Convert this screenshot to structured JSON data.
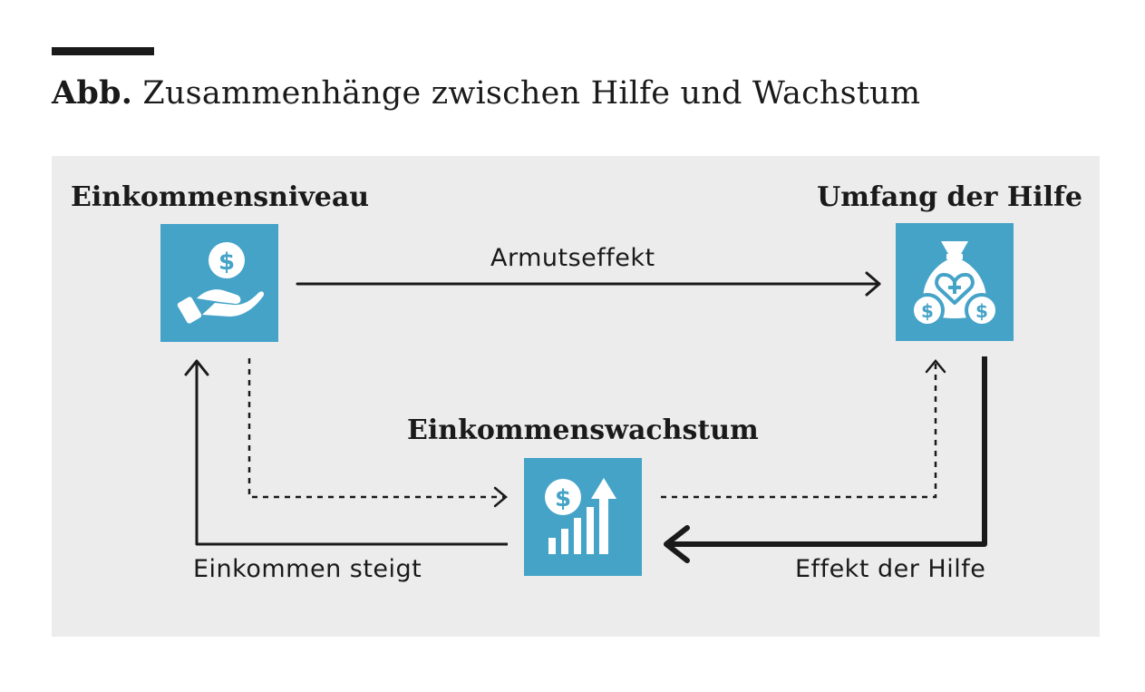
{
  "figure": {
    "title_lead": "Abb.",
    "title_rest": " Zusammenhänge zwischen Hilfe und Wachstum"
  },
  "nodes": {
    "income_level": {
      "label": "Einkommensniveau",
      "icon": "hand-holding-dollar-icon"
    },
    "aid_volume": {
      "label": "Umfang der Hilfe",
      "icon": "money-bag-heart-icon"
    },
    "income_growth": {
      "label": "Einkommenswachstum",
      "icon": "growth-chart-dollar-icon"
    }
  },
  "edges": {
    "poverty_effect": "Armutseffekt",
    "income_rises": "Einkommen steigt",
    "aid_effect": "Effekt der Hilfe"
  },
  "colors": {
    "accent": "#45a3c8",
    "panel": "#ececec",
    "ink": "#1a1a1a"
  }
}
